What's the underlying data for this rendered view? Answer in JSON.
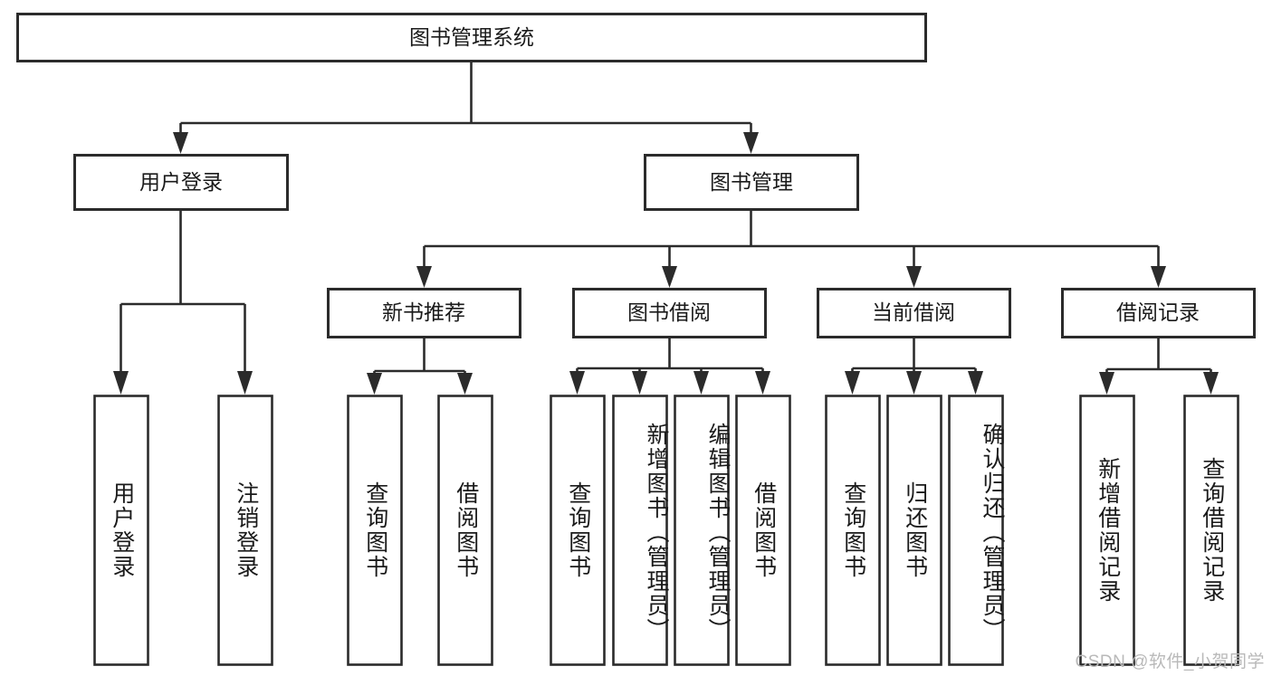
{
  "diagram": {
    "type": "tree-hierarchy-flowchart",
    "root": {
      "id": "root",
      "label": "图书管理系统"
    },
    "level2": [
      {
        "id": "user-login",
        "label": "用户登录"
      },
      {
        "id": "book-management",
        "label": "图书管理"
      }
    ],
    "level3": [
      {
        "id": "new-book-recommend",
        "label": "新书推荐",
        "parent": "book-management"
      },
      {
        "id": "book-borrow",
        "label": "图书借阅",
        "parent": "book-management"
      },
      {
        "id": "current-borrow",
        "label": "当前借阅",
        "parent": "book-management"
      },
      {
        "id": "borrow-record",
        "label": "借阅记录",
        "parent": "book-management"
      }
    ],
    "leaves": {
      "user_login": [
        {
          "id": "leaf-user-login",
          "label": "用户登录"
        },
        {
          "id": "leaf-logout",
          "label": "注销登录"
        }
      ],
      "new_book_recommend": [
        {
          "id": "leaf-query-book-1",
          "label": "查询图书"
        },
        {
          "id": "leaf-borrow-book-1",
          "label": "借阅图书"
        }
      ],
      "book_borrow": [
        {
          "id": "leaf-query-book-2",
          "label": "查询图书"
        },
        {
          "id": "leaf-add-book",
          "label": "新增图书（管理员）"
        },
        {
          "id": "leaf-edit-book",
          "label": "编辑图书（管理员）"
        },
        {
          "id": "leaf-borrow-book-2",
          "label": "借阅图书"
        }
      ],
      "current_borrow": [
        {
          "id": "leaf-query-book-3",
          "label": "查询图书"
        },
        {
          "id": "leaf-return-book",
          "label": "归还图书"
        },
        {
          "id": "leaf-confirm-return",
          "label": "确认归还（管理员）"
        }
      ],
      "borrow_record": [
        {
          "id": "leaf-add-record",
          "label": "新增借阅记录"
        },
        {
          "id": "leaf-query-record",
          "label": "查询借阅记录"
        }
      ]
    },
    "colors": {
      "stroke": "#2b2b2b",
      "fill": "#ffffff",
      "text": "#1a1a1a",
      "watermark": "#b9b9b9"
    }
  },
  "watermark": {
    "text": "CSDN @软件_小贺同学"
  }
}
